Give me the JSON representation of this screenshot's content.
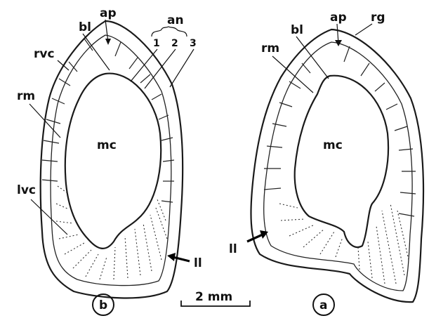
{
  "panel_b": {
    "id": "b",
    "labels": {
      "ap": "ap",
      "bl": "bl",
      "an": "an",
      "an_1": "1",
      "an_2": "2",
      "an_3": "3",
      "rvc": "rvc",
      "rm": "rm",
      "mc": "mc",
      "lvc": "lvc",
      "ll": "ll"
    }
  },
  "panel_a": {
    "id": "a",
    "labels": {
      "ap": "ap",
      "rg": "rg",
      "bl": "bl",
      "rm": "rm",
      "mc": "mc",
      "ll": "ll"
    }
  },
  "scale_bar": {
    "label": "2 mm"
  }
}
